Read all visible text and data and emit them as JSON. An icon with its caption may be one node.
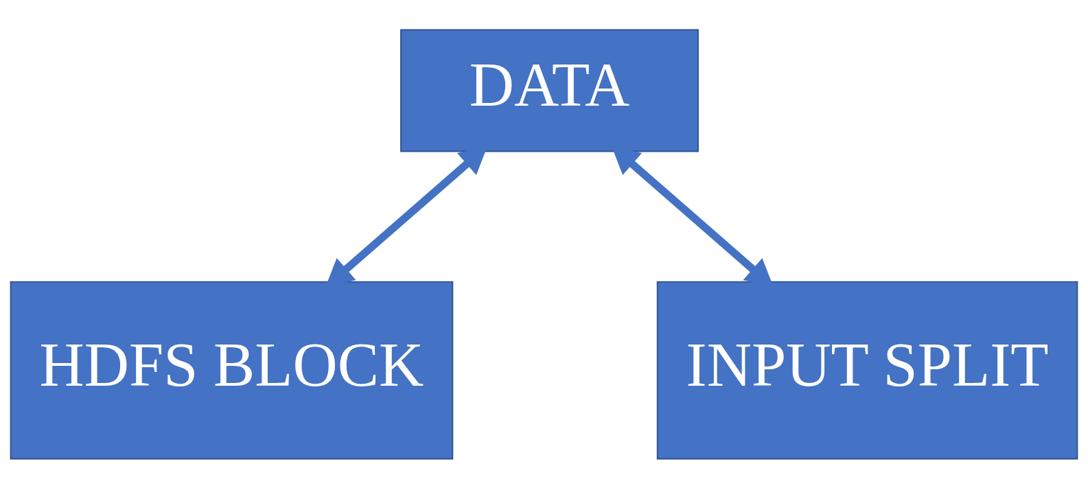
{
  "diagram": {
    "nodes": [
      {
        "text": [
          "DATA"
        ]
      },
      {
        "text": [
          "HDFS BLOCK"
        ]
      },
      {
        "text": [
          "INPUT SPLIT"
        ]
      }
    ],
    "edges": [
      {
        "from": 0,
        "to": 1,
        "arrow": "both"
      },
      {
        "from": 0,
        "to": 2,
        "arrow": "both"
      }
    ]
  }
}
